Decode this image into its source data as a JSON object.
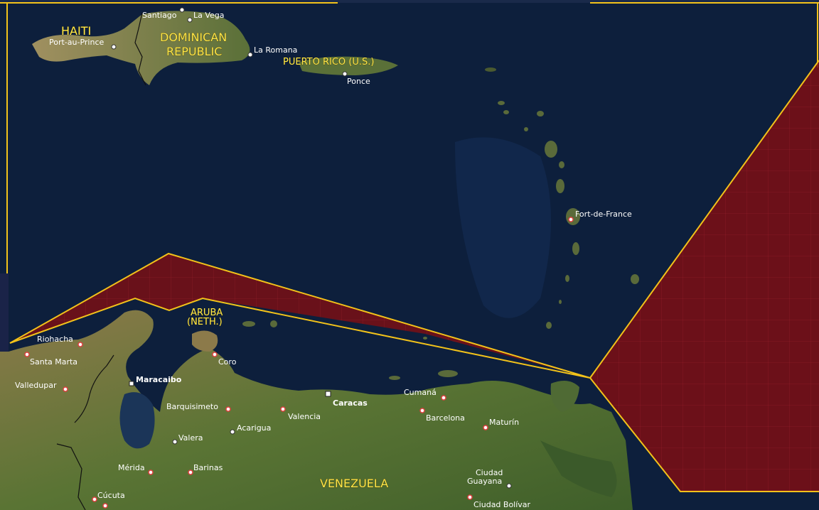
{
  "map": {
    "countries": {
      "haiti": "HAITI",
      "dominican_republic_line1": "DOMINICAN",
      "dominican_republic_line2": "REPUBLIC",
      "puerto_rico": "PUERTO RICO (U.S.)",
      "aruba_line1": "ARUBA",
      "aruba_line2": "(NETH.)",
      "venezuela": "VENEZUELA"
    },
    "cities": {
      "port_au_prince": "Port-au-Prince",
      "santiago": "Santiago",
      "la_vega": "La Vega",
      "la_romana": "La Romana",
      "ponce": "Ponce",
      "fort_de_france": "Fort-de-France",
      "riohacha": "Riohacha",
      "santa_marta": "Santa Marta",
      "valledupar": "Valledupar",
      "maracaibo": "Maracaibo",
      "coro": "Coro",
      "barquisimeto": "Barquisimeto",
      "valencia": "Valencia",
      "caracas": "Caracas",
      "cumana": "Cumaná",
      "barcelona": "Barcelona",
      "maturin": "Maturín",
      "acarigua": "Acarigua",
      "valera": "Valera",
      "merida": "Mérida",
      "barinas": "Barinas",
      "cucuta": "Cúcuta",
      "ciudad_guayana_line1": "Ciudad",
      "ciudad_guayana_line2": "Guayana",
      "ciudad_bolivar": "Ciudad Bolívar"
    },
    "colors": {
      "ocean": "#0d1f3c",
      "land_green": "#4a6a2e",
      "land_tan": "#a08a5a",
      "zone_fill": "#7a0f14",
      "zone_border": "#f2c21a",
      "country_label": "#ffe94a",
      "city_label": "#ffffff",
      "city_marker": "#e04040"
    }
  }
}
